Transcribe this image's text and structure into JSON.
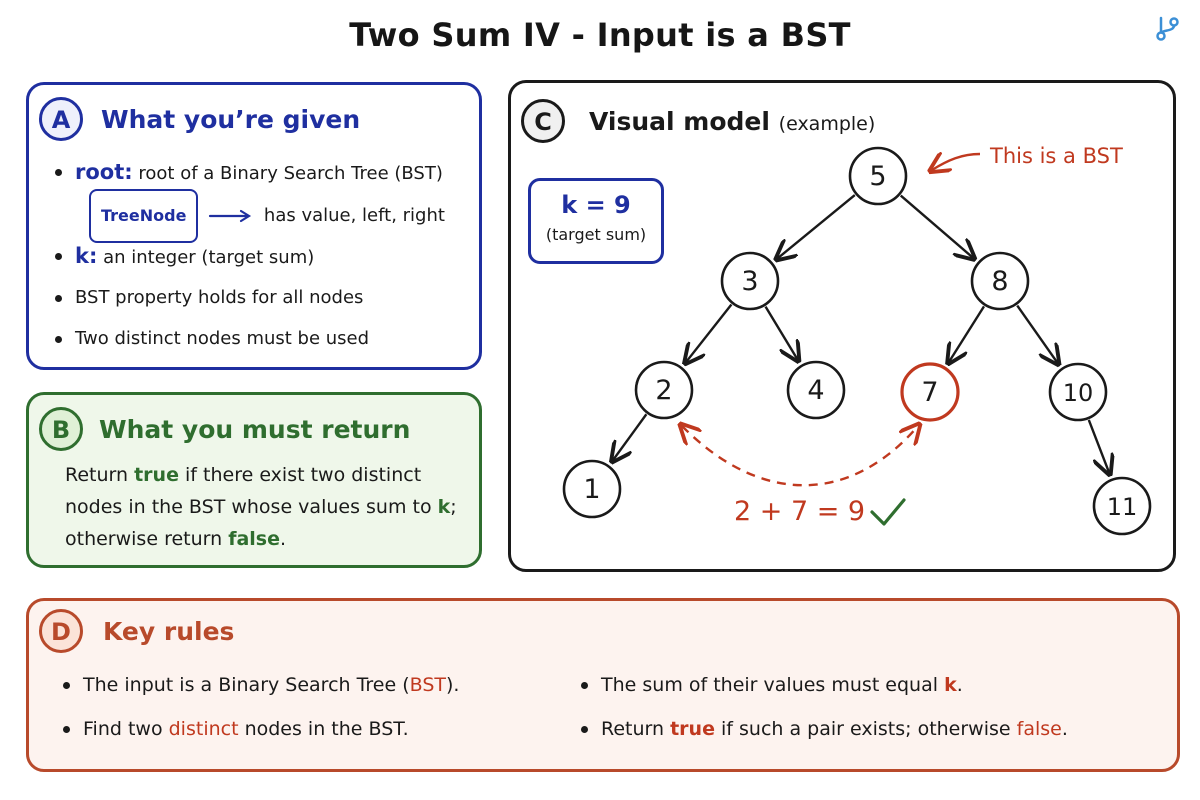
{
  "title": "Two Sum IV - Input is a BST",
  "corner_icon": "git-branch-icon",
  "colors": {
    "blue": "#1f2fa0",
    "green": "#2f6e2f",
    "red": "#c0391f",
    "orange": "#b84a2b",
    "black": "#1a1a1a"
  },
  "panel_a": {
    "badge": "A",
    "heading": "What you’re given",
    "root_kw": "root:",
    "root_text": "root of a Binary Search Tree (BST)",
    "treenode": "TreeNode",
    "treenode_text": "has value, left, right",
    "k_kw": "k:",
    "k_text": "an integer (target sum)",
    "bullet3": "BST property holds for all nodes",
    "bullet4": "Two distinct nodes must be used"
  },
  "panel_b": {
    "badge": "B",
    "heading": "What you must return",
    "line1_pre": "Return ",
    "true_kw": "true",
    "line1_post": " if there exist two distinct",
    "line2_pre": "nodes in the BST whose values sum to ",
    "k_kw": "k",
    "line2_post": ";",
    "line3_pre": "otherwise return ",
    "false_kw": "false",
    "line3_post": "."
  },
  "panel_c": {
    "badge": "C",
    "heading": "Visual model",
    "heading_note": "(example)",
    "k_label": "k = 9",
    "k_note": "(target sum)",
    "bst_note": "This is a BST",
    "equation": "2 + 7 = 9",
    "check_icon": "check-icon",
    "tree": {
      "nodes": [
        {
          "id": "n5",
          "value": "5",
          "highlight": false
        },
        {
          "id": "n3",
          "value": "3",
          "highlight": false
        },
        {
          "id": "n8",
          "value": "8",
          "highlight": false
        },
        {
          "id": "n2",
          "value": "2",
          "highlight": false
        },
        {
          "id": "n4",
          "value": "4",
          "highlight": false
        },
        {
          "id": "n7",
          "value": "7",
          "highlight": true
        },
        {
          "id": "n10",
          "value": "10",
          "highlight": false
        },
        {
          "id": "n1",
          "value": "1",
          "highlight": false
        },
        {
          "id": "n11",
          "value": "11",
          "highlight": false
        }
      ],
      "edges": [
        [
          "n5",
          "n3"
        ],
        [
          "n5",
          "n8"
        ],
        [
          "n3",
          "n2"
        ],
        [
          "n3",
          "n4"
        ],
        [
          "n8",
          "n7"
        ],
        [
          "n8",
          "n10"
        ],
        [
          "n2",
          "n1"
        ],
        [
          "n10",
          "n11"
        ]
      ],
      "pair": [
        "n2",
        "n7"
      ]
    }
  },
  "panel_d": {
    "badge": "D",
    "heading": "Key rules",
    "r1_pre": "The input is a Binary Search Tree (",
    "r1_kw": "BST",
    "r1_post": ").",
    "r2_pre": "Find two ",
    "r2_kw": "distinct",
    "r2_post": " nodes in the BST.",
    "r3_pre": "The sum of their values must equal ",
    "r3_kw": "k",
    "r3_post": ".",
    "r4_pre": "Return ",
    "r4_kw": "true",
    "r4_mid": " if such a pair exists; otherwise ",
    "r4_kw2": "false",
    "r4_post": "."
  }
}
